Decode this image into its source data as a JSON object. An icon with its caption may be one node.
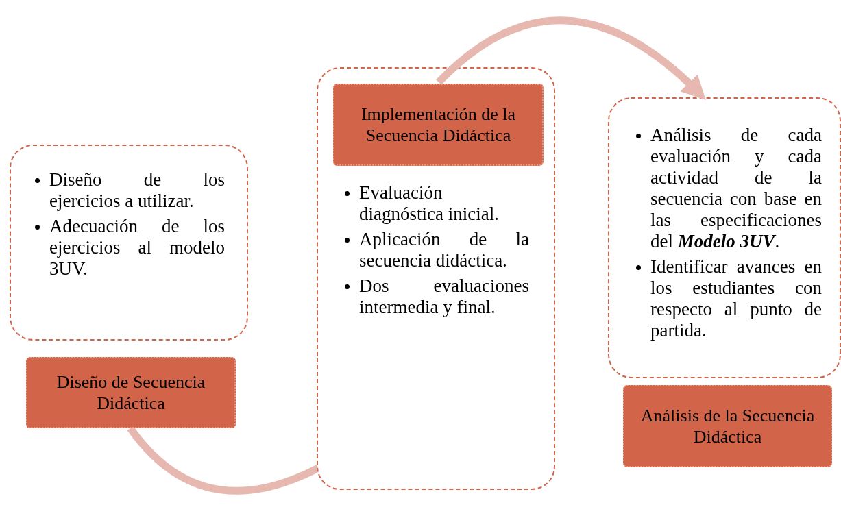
{
  "diagram": {
    "nodes": [
      {
        "text": [
          "Diseño de los ejercicios a utilizar.",
          "Adecuación de los ejercicios al modelo 3UV."
        ]
      },
      {
        "text": [
          "Diseño de Secuencia Didáctica"
        ]
      },
      {
        "text": [
          "Evaluación diagnóstica inicial.",
          "Aplicación de la secuencia didáctica.",
          "Dos evaluaciones intermedia y final."
        ]
      },
      {
        "text": [
          "Implementación de la Secuencia Didáctica"
        ],
        "in": 2
      },
      {
        "text": [
          "Análisis de cada evaluación y cada actividad de la secuencia con base en las especificaciones del **Modelo 3UV**.",
          "Identificar avances en los estudiantes con respecto al punto de partida."
        ]
      },
      {
        "text": [
          "Análisis de la Secuencia Didáctica"
        ]
      }
    ],
    "edges": [
      {
        "from": 1,
        "to": 2,
        "arrow": "to"
      },
      {
        "from": 3,
        "to": 4,
        "arrow": "to"
      }
    ]
  }
}
